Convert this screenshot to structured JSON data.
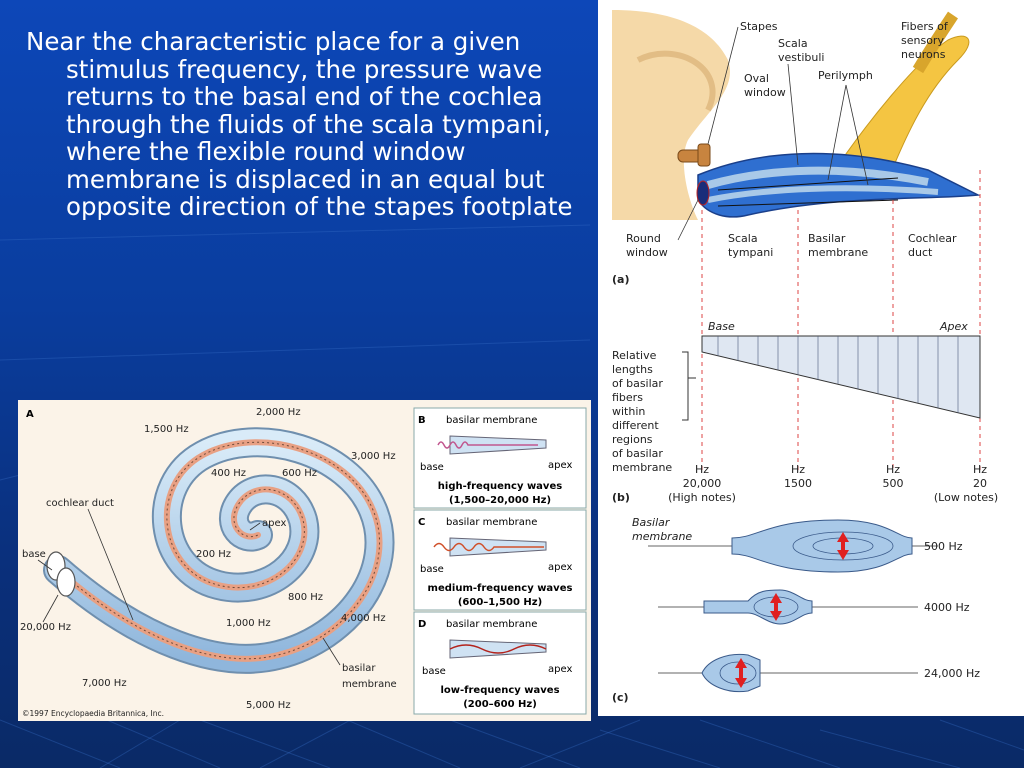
{
  "slide": {
    "body_text": "Near the characteristic place for a given stimulus frequency, the pressure wave returns to the basal end of the cochlea through the fluids of the scala tympani, where the flexible round window membrane is displaced in an equal but opposite direction of the stapes footplate"
  },
  "figure_spiral": {
    "panel_letter": "A",
    "freq_labels": [
      "2,000 Hz",
      "1,500 Hz",
      "3,000 Hz",
      "400 Hz",
      "600 Hz",
      "200 Hz",
      "800 Hz",
      "1,000 Hz",
      "4,000 Hz",
      "20,000 Hz",
      "7,000 Hz",
      "5,000 Hz"
    ],
    "cochlear_duct": "cochlear duct",
    "base": "base",
    "apex": "apex",
    "basilar": "basilar",
    "membrane": "membrane",
    "copyright": "©1997 Encyclopaedia Britannica, Inc.",
    "subpanels": [
      {
        "letter": "B",
        "title": "basilar membrane",
        "base": "base",
        "apex": "apex",
        "caption1": "high-frequency waves",
        "caption2": "(1,500–20,000 Hz)",
        "wave_color": "#c1578f"
      },
      {
        "letter": "C",
        "title": "basilar membrane",
        "base": "base",
        "apex": "apex",
        "caption1": "medium-frequency waves",
        "caption2": "(600–1,500 Hz)",
        "wave_color": "#d0502a"
      },
      {
        "letter": "D",
        "title": "basilar membrane",
        "base": "base",
        "apex": "apex",
        "caption1": "low-frequency waves",
        "caption2": "(200–600 Hz)",
        "wave_color": "#b3231c"
      }
    ]
  },
  "figure_cochlea": {
    "panel_a": {
      "label": "(a)",
      "stapes": "Stapes",
      "scala_vestibuli": [
        "Scala",
        "vestibuli"
      ],
      "fibers": [
        "Fibers of",
        "sensory",
        "neurons"
      ],
      "oval_window": [
        "Oval",
        "window"
      ],
      "perilymph": "Perilymph",
      "round_window": [
        "Round",
        "window"
      ],
      "scala_tympani": [
        "Scala",
        "tympani"
      ],
      "basilar_membrane": [
        "Basilar",
        "membrane"
      ],
      "cochlear_duct": [
        "Cochlear",
        "duct"
      ]
    },
    "panel_b": {
      "label": "(b)",
      "base": "Base",
      "apex": "Apex",
      "relative_text": [
        "Relative",
        "lengths",
        "of basilar",
        "fibers",
        "within",
        "different",
        "regions",
        "of basilar",
        "membrane"
      ],
      "axis": [
        {
          "hz": "Hz",
          "value": "20,000",
          "note": "(High notes)"
        },
        {
          "hz": "Hz",
          "value": "1500",
          "note": ""
        },
        {
          "hz": "Hz",
          "value": "500",
          "note": ""
        },
        {
          "hz": "Hz",
          "value": "20",
          "note": "(Low notes)"
        }
      ]
    },
    "panel_c": {
      "label": "(c)",
      "basilar_membrane": [
        "Basilar",
        "membrane"
      ],
      "frequencies": [
        "500 Hz",
        "4000 Hz",
        "24,000 Hz"
      ]
    }
  },
  "colors": {
    "slide_bg": "#0b42ad",
    "duct_blue": "#a9c9e8",
    "basilar_salmon": "#e8a083",
    "cochlea_blue": "#2f6fd0",
    "bone_tan": "#f5d9a8",
    "nerve_yellow": "#f4c542",
    "arrow_red": "#e02020"
  }
}
